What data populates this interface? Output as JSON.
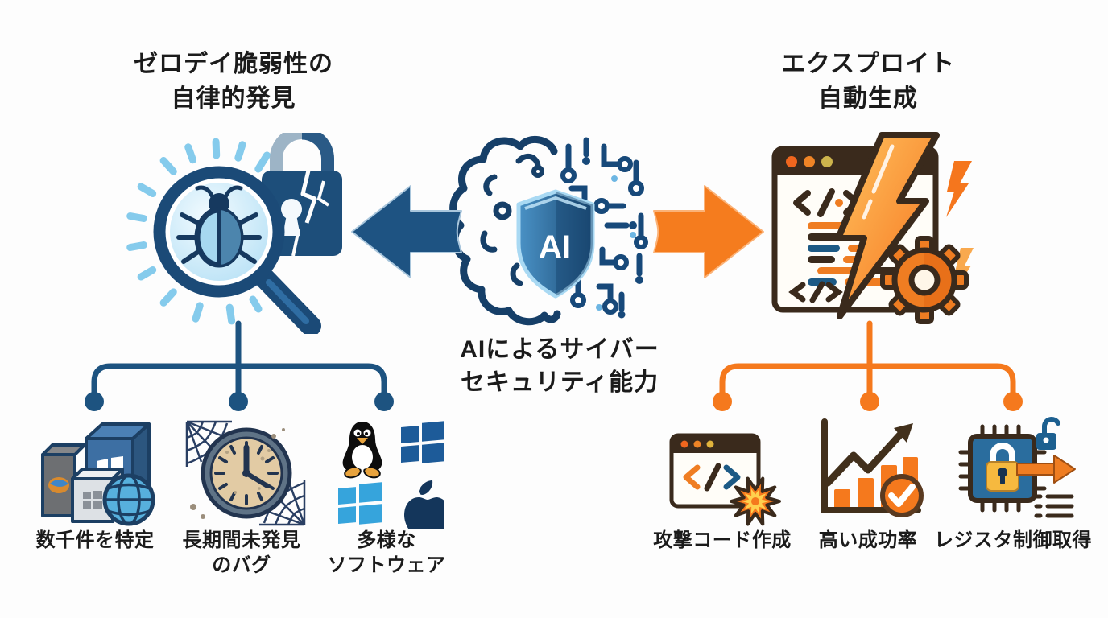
{
  "center": {
    "icon": "ai-brain-shield-icon",
    "shield_label": "AI",
    "caption1": "AIによるサイバー",
    "caption2": "セキュリティ能力"
  },
  "left": {
    "title1": "ゼロデイ脆弱性の",
    "title2": "自律的発見",
    "accent_color": "#1d5380",
    "main_icon": "magnifier-bug-broken-lock-icon",
    "items": [
      {
        "icon": "software-boxes-globe-icon",
        "label1": "数千件を特定",
        "label2": ""
      },
      {
        "icon": "aged-clock-cobweb-icon",
        "label1": "長期間未発見",
        "label2": "のバグ"
      },
      {
        "icon": "os-platforms-icon",
        "label1": "多様な",
        "label2": "ソフトウェア"
      }
    ]
  },
  "right": {
    "title1": "エクスプロイト",
    "title2": "自動生成",
    "accent_color": "#f5791d",
    "main_icon": "code-window-lightning-gear-icon",
    "items": [
      {
        "icon": "exploit-code-window-icon",
        "label1": "攻撃コード作成",
        "label2": ""
      },
      {
        "icon": "success-chart-check-icon",
        "label1": "高い成功率",
        "label2": ""
      },
      {
        "icon": "chip-register-lock-icon",
        "label1": "レジスタ制御取得",
        "label2": ""
      }
    ]
  },
  "palette": {
    "navy": "#17497a",
    "navy_dark": "#16395c",
    "light_blue": "#85cbec",
    "orange": "#f5791d",
    "brown": "#3a2a1c",
    "text": "#1b1b1b"
  }
}
